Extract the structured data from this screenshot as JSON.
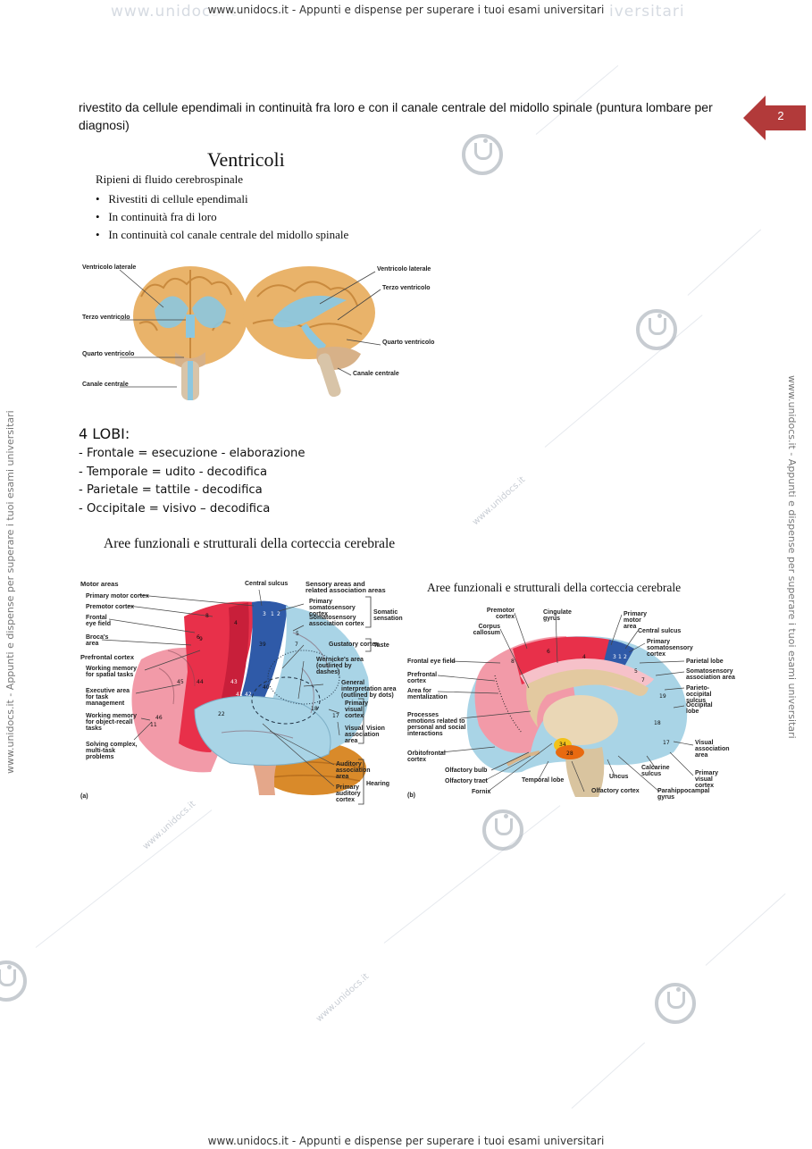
{
  "watermark": {
    "header": "www.unidocs.it - Appunti e dispense per superare i tuoi esami universitari",
    "footer": "www.unidocs.it - Appunti e dispense per superare i tuoi esami universitari",
    "faint_left": "www.unidocs.it",
    "faint_right": "iversitari",
    "side_left": "www.unidocs.it - Appunti e dispense per superare i tuoi esami universitari",
    "side_right": "www.unidocs.it - Appunti e dispense per superare i tuoi esami universitari",
    "diag": "www.unidocs.it"
  },
  "page_number": "2",
  "intro_text": "rivestito da cellule ependimali in continuità fra loro e con il canale centrale del midollo spinale (puntura lombare per diagnosi)",
  "ventricoli": {
    "title": "Ventricoli",
    "subtitle": "Ripieni di fluido cerebrospinale",
    "bullets": [
      "Rivestiti di cellule ependimali",
      "In continuità fra di loro",
      "In continuità col canale centrale del midollo spinale"
    ],
    "labels_left": [
      "Ventricolo laterale",
      "Terzo ventricolo",
      "Quarto ventricolo",
      "Canale centrale"
    ],
    "labels_right": [
      "Ventricolo laterale",
      "Terzo ventricolo",
      "Quarto ventricolo",
      "Canale centrale"
    ]
  },
  "lobi": {
    "heading": "4 LOBI:",
    "items": [
      "- Frontale = esecuzione - elaborazione",
      "- Temporale = udito - decodifica",
      "- Parietale = tattile - decodifica",
      "- Occipitale = visivo – decodifica"
    ]
  },
  "cortex_a": {
    "title": "Aree funzionali e strutturali della corteccia cerebrale",
    "tag": "(a)",
    "left_labels": [
      "Motor areas",
      "Primary motor cortex",
      "Premotor cortex",
      "Frontal eye field",
      "Broca's area",
      "Prefrontal cortex",
      "Working memory for spatial tasks",
      "Executive area for task management",
      "Working memory for object-recall tasks",
      "Solving complex, multi-task problems"
    ],
    "top_labels": [
      "Central sulcus",
      "Sensory areas and related association areas"
    ],
    "right_labels": [
      "Primary somatosensory cortex",
      "Somatosensory association cortex",
      "Gustatory cortex",
      "Wernicke's area (outlined by dashes)",
      "General interpretation area (outlined by dots)",
      "Primary visual cortex",
      "Visual association area",
      "Auditory association area",
      "Primary auditory cortex"
    ],
    "brackets": [
      "Somatic sensation",
      "Taste",
      "Vision",
      "Hearing"
    ],
    "numbers": [
      "8",
      "4",
      "3",
      "1",
      "2",
      "5",
      "7",
      "6",
      "9",
      "45",
      "44",
      "43",
      "40",
      "41",
      "42",
      "22",
      "39",
      "18",
      "17",
      "46",
      "11"
    ]
  },
  "cortex_b": {
    "title": "Aree funzionali e strutturali della corteccia cerebrale",
    "tag": "(b)",
    "left_labels": [
      "Premotor cortex",
      "Corpus callosum",
      "Frontal eye field",
      "Prefrontal cortex",
      "Area for mentalization",
      "Processes emotions related to personal and social interactions",
      "Orbitofrontal cortex",
      "Olfactory bulb",
      "Olfactory tract",
      "Fornix"
    ],
    "top_labels": [
      "Cingulate gyrus",
      "Primary motor area"
    ],
    "right_labels": [
      "Central sulcus",
      "Primary somatosensory cortex",
      "Parietal lobe",
      "Somatosensory association area",
      "Parieto-occipital sulcus",
      "Occipital lobe",
      "Visual association area",
      "Primary visual cortex",
      "Calcarine sulcus",
      "Parahippocampal gyrus"
    ],
    "bottom_labels": [
      "Temporal lobe",
      "Uncus",
      "Olfactory cortex"
    ],
    "numbers": [
      "8",
      "6",
      "4",
      "3",
      "1",
      "2",
      "5",
      "7",
      "19",
      "18",
      "17",
      "34",
      "28"
    ]
  },
  "colors": {
    "tab_red": "#b23a3a",
    "frontal": "#e8304a",
    "prefrontal": "#f29aa8",
    "somatosensory": "#2f5aa8",
    "association": "#a9d4e6",
    "temporal": "#d98a2a",
    "cerebrum_tan": "#e9b36a",
    "ventricle_blue": "#8cc7df"
  }
}
